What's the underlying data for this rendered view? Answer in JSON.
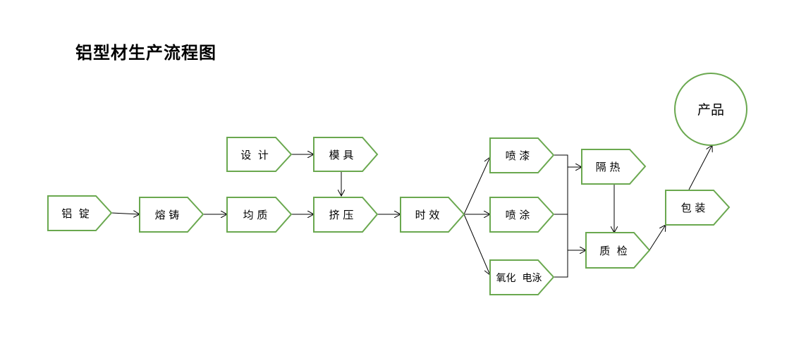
{
  "title": "铝型材生产流程图",
  "nodes": {
    "ingot": "铝  锭",
    "casting": "熔 铸",
    "homogenize": "均 质",
    "design": "设  计",
    "mold": "模 具",
    "extrude": "挤 压",
    "aging": "时 效",
    "paint": "喷 漆",
    "powder": "喷 涂",
    "oxidize": "氧化  电泳",
    "insulate": "隔 热",
    "inspect": "质  检",
    "package": "包 装",
    "product": "产品"
  }
}
